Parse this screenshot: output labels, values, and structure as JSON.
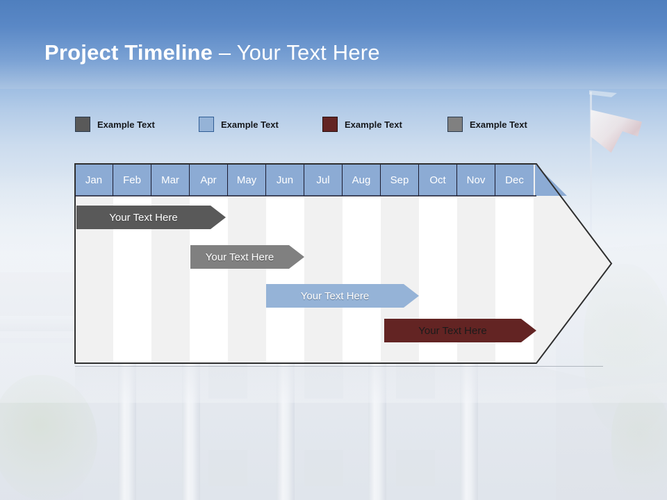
{
  "slide": {
    "title_bold": "Project Timeline",
    "title_separator": " – ",
    "title_light": "Your Text Here"
  },
  "colors": {
    "title_band_top": "#4f7fbe",
    "title_band_bottom": "#a9c3e2",
    "header_blue": "#8cabd4",
    "column_gray": "#f1f1f1",
    "column_white": "#ffffff",
    "outline": "#3a3a3a",
    "dark_gray": "#595959",
    "light_blue": "#95b3d7",
    "dark_red": "#632423",
    "medium_gray": "#808080"
  },
  "legend": {
    "items": [
      {
        "label": "Example Text",
        "color": "#595959",
        "name": "legend-swatch-dark-gray"
      },
      {
        "label": "Example Text",
        "color": "#95b3d7",
        "name": "legend-swatch-blue"
      },
      {
        "label": "Example Text",
        "color": "#632423",
        "name": "legend-swatch-dark-red"
      },
      {
        "label": "Example Text",
        "color": "#808080",
        "name": "legend-swatch-gray"
      }
    ]
  },
  "chart_data": {
    "type": "bar",
    "title": "Project Timeline – Your Text Here",
    "xlabel": "",
    "ylabel": "",
    "categories": [
      "Jan",
      "Feb",
      "Mar",
      "Apr",
      "May",
      "Jun",
      "Jul",
      "Aug",
      "Sep",
      "Oct",
      "Nov",
      "Dec"
    ],
    "legend_position": "top",
    "grid": true,
    "orientation": "horizontal",
    "series": [
      {
        "name": "Your  Text Here",
        "label": "Your  Text Here",
        "color": "#595959",
        "text_color": "#ffffff",
        "start_month": "Jan",
        "end_month": "Apr",
        "start_index": 0,
        "span": 3.9,
        "row": 1
      },
      {
        "name": "Your  Text Here",
        "label": "Your  Text Here",
        "color": "#808080",
        "text_color": "#ffffff",
        "start_month": "Apr",
        "end_month": "Jul",
        "start_index": 3,
        "span": 2.97,
        "row": 2
      },
      {
        "name": "Your  Text Here",
        "label": "Your  Text Here",
        "color": "#95b3d7",
        "text_color": "#ffffff",
        "start_month": "Jun",
        "end_month": "Sep",
        "start_index": 5,
        "span": 3.98,
        "row": 3
      },
      {
        "name": "Your  Text Here",
        "label": "Your  Text Here",
        "color": "#632423",
        "text_color": "#1b1b1b",
        "start_month": "Sep",
        "end_month": "Dec",
        "start_index": 8,
        "span": 3.96,
        "row": 4
      }
    ]
  },
  "months": {
    "m0": "Jan",
    "m1": "Feb",
    "m2": "Mar",
    "m3": "Apr",
    "m4": "May",
    "m5": "Jun",
    "m6": "Jul",
    "m7": "Aug",
    "m8": "Sep",
    "m9": "Oct",
    "m10": "Nov",
    "m11": "Dec"
  },
  "tasks": {
    "t0": "Your  Text Here",
    "t1": "Your  Text Here",
    "t2": "Your  Text Here",
    "t3": "Your  Text Here"
  }
}
